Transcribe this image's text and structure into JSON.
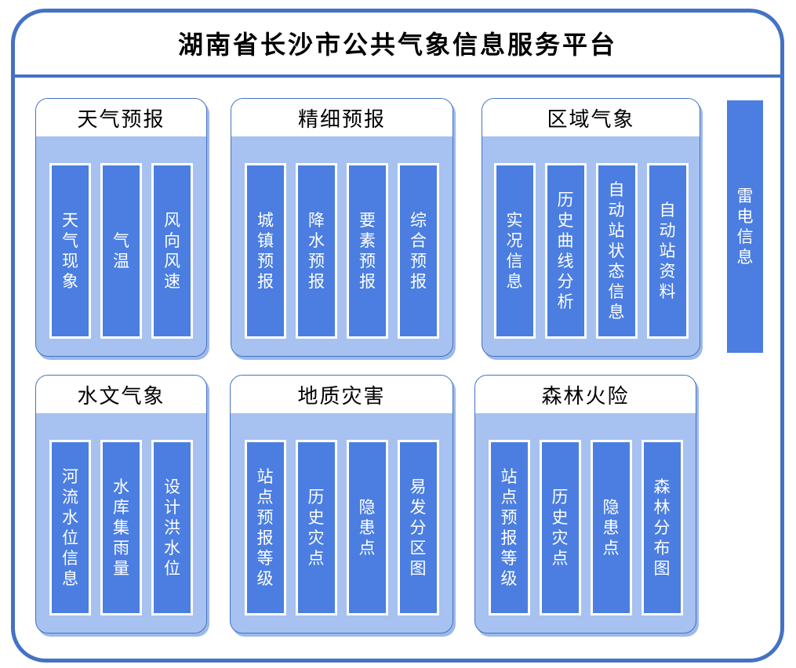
{
  "title": "湖南省长沙市公共气象信息服务平台",
  "colors": {
    "frame_border": "#4472c4",
    "panel_fill": "#a7c1f0",
    "panel_shadow": "#9db9ea",
    "bar_fill": "#4b7ee0",
    "bar_border": "#ffffff",
    "bar_text": "#ffffff",
    "title_text": "#000000"
  },
  "panels": [
    {
      "title": "天气预报",
      "items": [
        "天气现象",
        "气温",
        "风向风速"
      ]
    },
    {
      "title": "精细预报",
      "items": [
        "城镇预报",
        "降水预报",
        "要素预报",
        "综合预报"
      ]
    },
    {
      "title": "区域气象",
      "items": [
        "实况信息",
        "历史曲线分析",
        "自动站状态信息",
        "自动站资料"
      ]
    },
    {
      "title": "水文气象",
      "items": [
        "河流水位信息",
        "水库集雨量",
        "设计洪水位"
      ]
    },
    {
      "title": "地质灾害",
      "items": [
        "站点预报等级",
        "历史灾点",
        "隐患点",
        "易发分区图"
      ]
    },
    {
      "title": "森林火险",
      "items": [
        "站点预报等级",
        "历史灾点",
        "隐患点",
        "森林分布图"
      ]
    }
  ],
  "side_bar": {
    "label": "雷电信息"
  }
}
